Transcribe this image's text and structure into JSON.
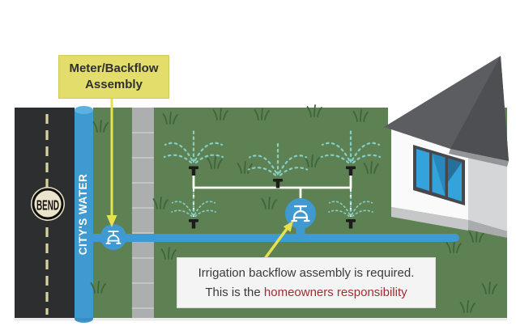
{
  "labels": {
    "meter": {
      "line1": "Meter/Backflow",
      "line2": "Assembly"
    },
    "notice": {
      "line1": "Irrigation backflow assembly is required.",
      "line2_prefix": "This is the ",
      "line2_highlight": "homeowners responsibility"
    }
  },
  "scene": {
    "citys_water": "CITY'S WATER",
    "logo_text": "BEND"
  },
  "icons": {
    "bend-logo": "circular city seal with vertical BEND lettering",
    "backflow-assembly-icon": "white faucet handle over arched meter body",
    "sprinkler-icon": "black T-shaped sprinkler head with dashed water spray",
    "arrow-icon": "yellow pointer arrow"
  },
  "colors": {
    "lawn_green": "#5d8152",
    "grass_blade": "#3e663a",
    "road_dark": "#2c2e30",
    "road_dash": "#d8d3a2",
    "water_blue": "#3f9ad2",
    "water_blue_light": "#5db1e1",
    "sidewalk_gray": "#adaeb0",
    "label_yellow": "#e3de6b",
    "arrow_yellow": "#e6e14e",
    "spray_teal": "#85cfc7",
    "pipe_white": "#fbfdf8",
    "roof_gray": "#5b5d60",
    "wall_white": "#fafafa",
    "window_blue": "#34a3dc",
    "notice_red": "#9c2f31",
    "logo_cream": "#ebe4cc"
  }
}
